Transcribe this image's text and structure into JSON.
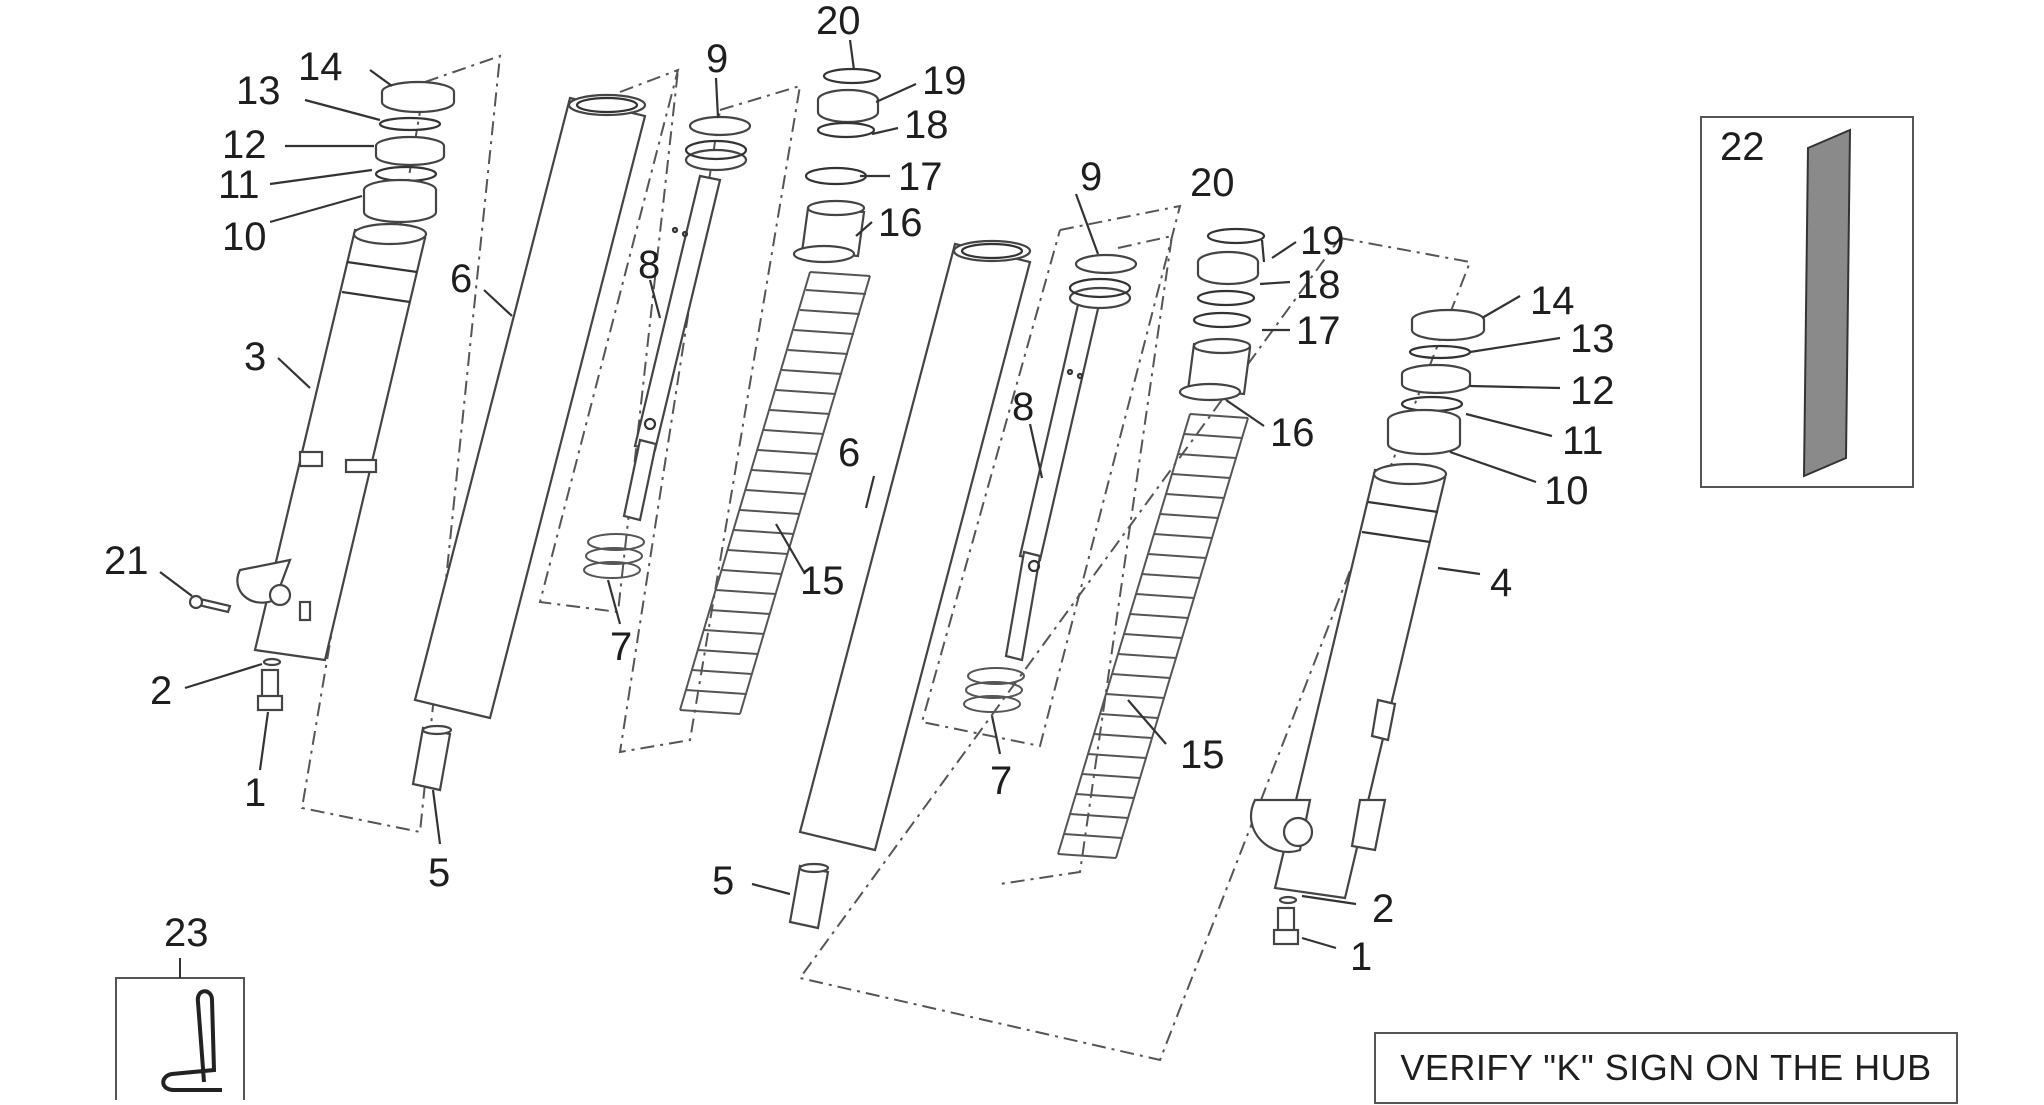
{
  "diagram": {
    "callouts": [
      "1",
      "2",
      "3",
      "4",
      "5",
      "6",
      "7",
      "8",
      "9",
      "10",
      "11",
      "12",
      "13",
      "14",
      "15",
      "16",
      "17",
      "18",
      "19",
      "20",
      "21",
      "22",
      "23"
    ],
    "note": "VERIFY \"K\" SIGN ON THE HUB"
  }
}
